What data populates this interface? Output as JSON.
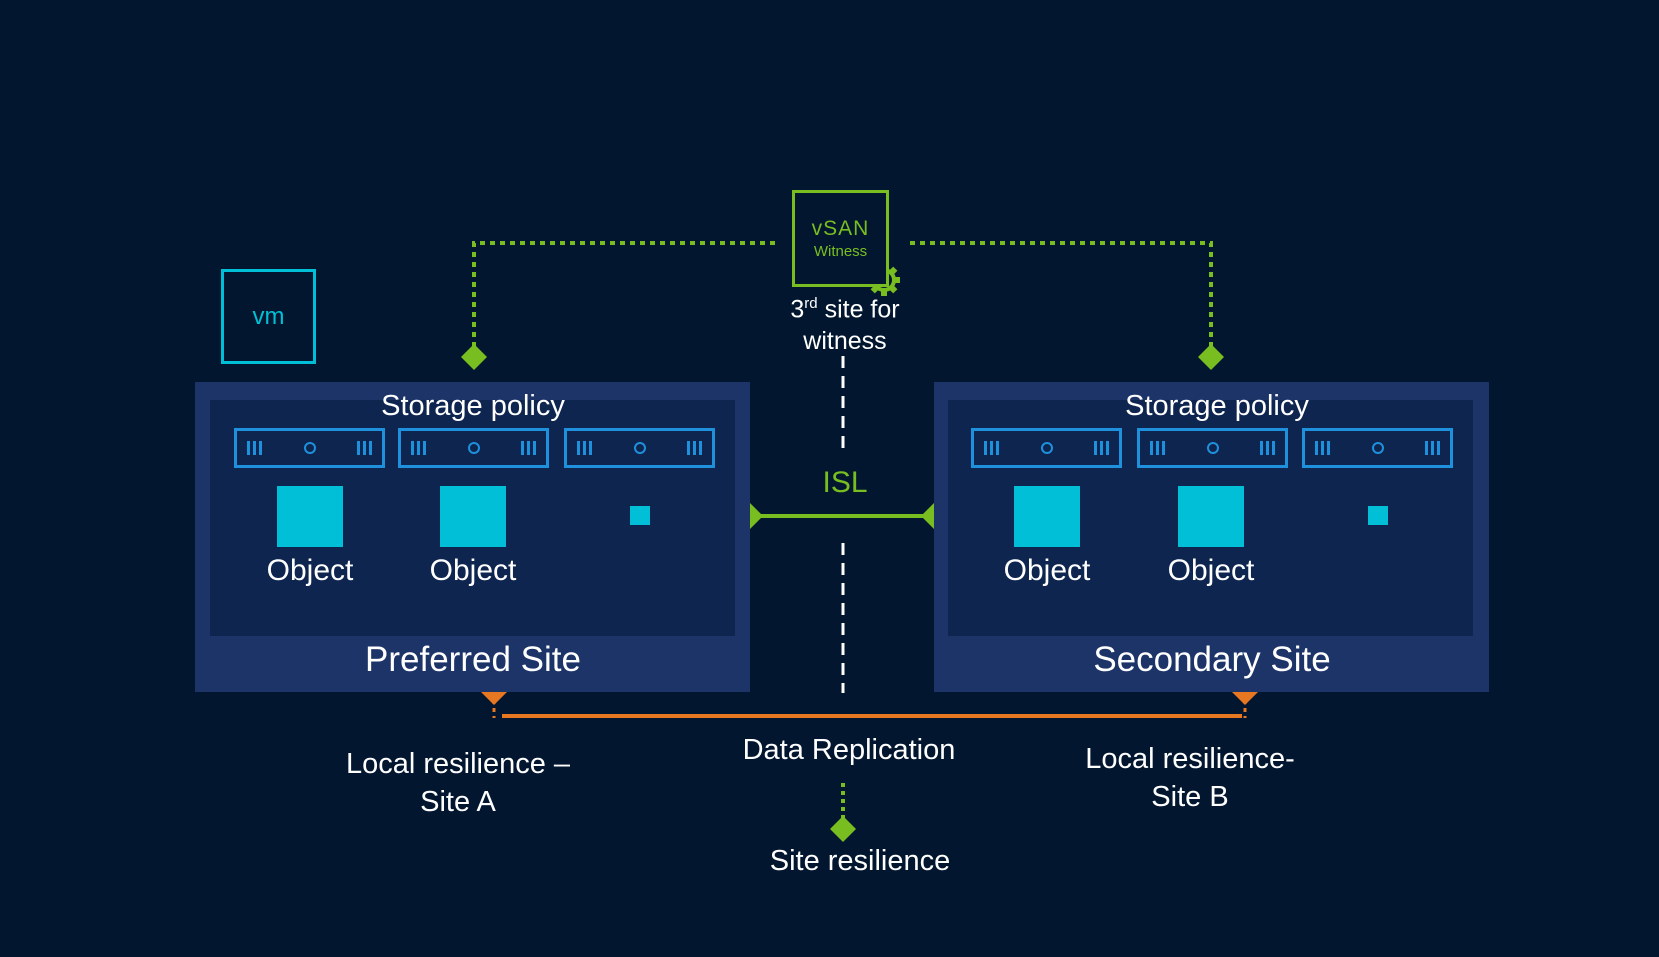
{
  "vm_label": "vm",
  "witness": {
    "title": "vSAN",
    "subtitle": "Witness",
    "caption_prefix": "3",
    "caption_sup": "rd",
    "caption_line1_suffix": " site for",
    "caption_line2": "witness"
  },
  "isl_label": "ISL",
  "sites": [
    {
      "policy_label": "Storage policy",
      "name": "Preferred Site",
      "objects": [
        "Object",
        "Object"
      ]
    },
    {
      "policy_label": "Storage policy",
      "name": "Secondary Site",
      "objects": [
        "Object",
        "Object"
      ]
    }
  ],
  "labels": {
    "local_a_line1": "Local resilience –",
    "local_a_line2": "Site A",
    "local_b_line1": "Local resilience-",
    "local_b_line2": "Site B",
    "data_replication": "Data Replication",
    "site_resilience": "Site resilience"
  },
  "colors": {
    "background": "#021630",
    "site_outer": "#1c3468",
    "site_inner": "#0e2550",
    "disk_blue": "#1e90dc",
    "object_cyan": "#00bfd6",
    "green": "#78be20",
    "orange": "#e87722"
  }
}
